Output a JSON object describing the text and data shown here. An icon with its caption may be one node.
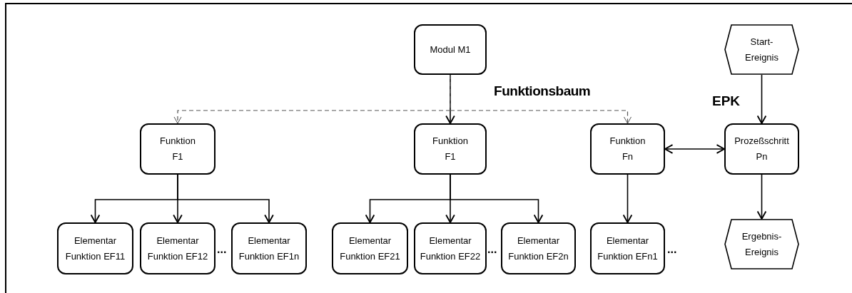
{
  "diagram": {
    "nodes": [
      {
        "text": [
          "Modul M1"
        ]
      },
      {
        "text": [
          "Start- Ereignis"
        ]
      },
      {
        "text": [
          "Funktion F1"
        ]
      },
      {
        "text": [
          "Funktion F1"
        ]
      },
      {
        "text": [
          "Funktion Fn"
        ]
      },
      {
        "text": [
          "Prozeßschritt Pn"
        ]
      },
      {
        "text": [
          "Elementar Funktion EF11"
        ]
      },
      {
        "text": [
          "Elementar Funktion EF12"
        ]
      },
      {
        "text": [
          "Elementar Funktion EF1n"
        ]
      },
      {
        "text": [
          "Elementar Funktion EF21"
        ]
      },
      {
        "text": [
          "Elementar Funktion EF22"
        ]
      },
      {
        "text": [
          "Elementar Funktion EF2n"
        ]
      },
      {
        "text": [
          "Elementar Funktion EFn1"
        ]
      },
      {
        "text": [
          "Ergebnis- Ereignis"
        ]
      }
    ],
    "edges": [
      {
        "from": 0,
        "to": 3,
        "arrow": "to"
      },
      {
        "from": 0,
        "to": 2,
        "arrow": "to",
        "style": "dashed",
        "color": "#555555"
      },
      {
        "from": 0,
        "to": 4,
        "arrow": "to",
        "style": "dashed",
        "color": "#555555"
      },
      {
        "from": 2,
        "to": 6,
        "arrow": "to"
      },
      {
        "from": 2,
        "to": 7,
        "arrow": "to"
      },
      {
        "from": 2,
        "to": 8,
        "arrow": "to"
      },
      {
        "from": 3,
        "to": 9,
        "arrow": "to"
      },
      {
        "from": 3,
        "to": 10,
        "arrow": "to"
      },
      {
        "from": 3,
        "to": 11,
        "arrow": "to"
      },
      {
        "from": 4,
        "to": 12,
        "arrow": "to"
      },
      {
        "from": 4,
        "to": 5,
        "arrow": "both"
      },
      {
        "from": 1,
        "to": 5,
        "arrow": "to"
      },
      {
        "from": 5,
        "to": 13,
        "arrow": "to"
      }
    ],
    "labels": [
      "Funktionsbaum",
      "EPK",
      "...",
      "...",
      "..."
    ]
  }
}
